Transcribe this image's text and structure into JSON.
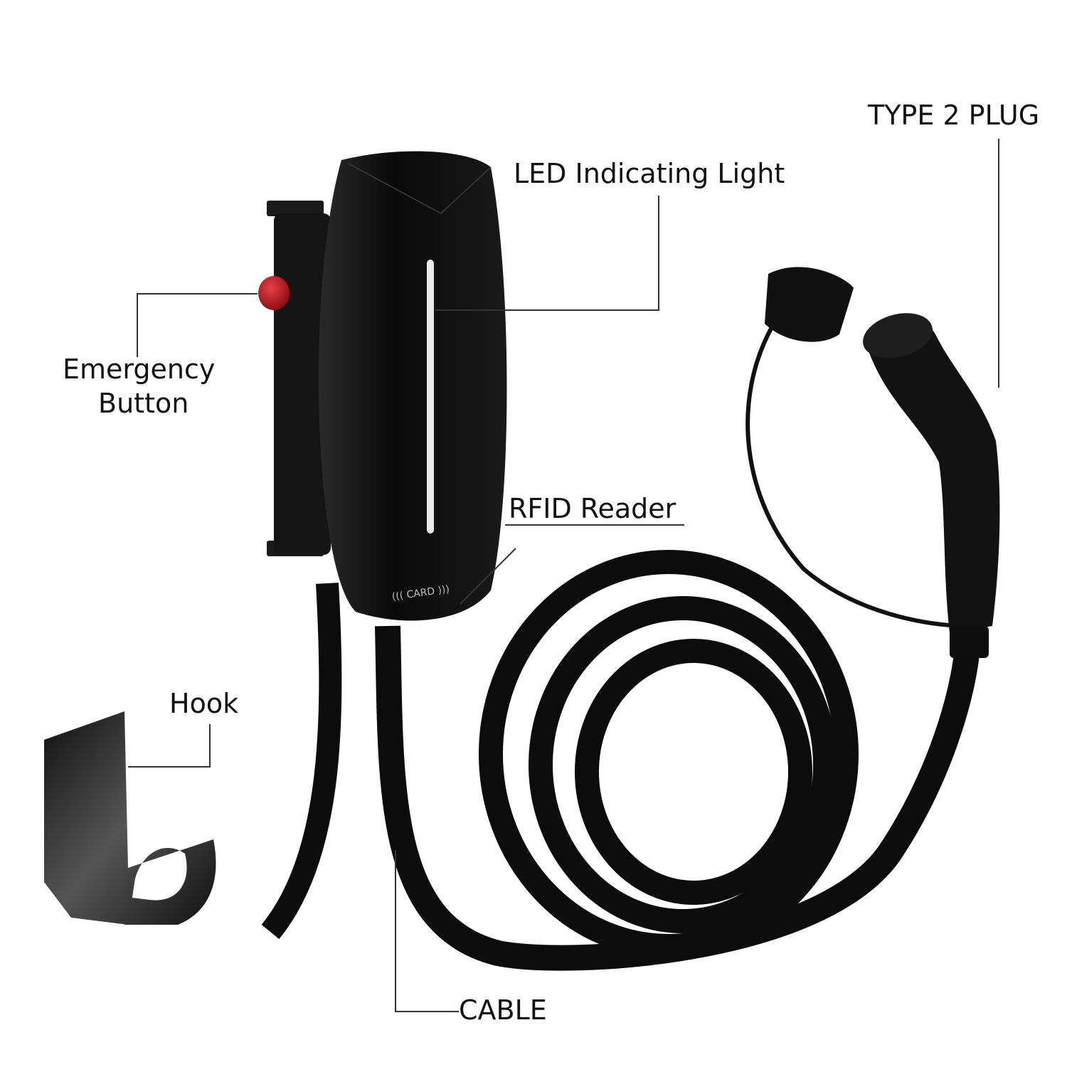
{
  "labels": {
    "type2_plug": "TYPE 2 PLUG",
    "led": "LED Indicating Light",
    "emergency_line1": "Emergency",
    "emergency_line2": "Button",
    "rfid": "RFID Reader",
    "hook": "Hook",
    "cable": "CABLE"
  },
  "device": {
    "card_text": "CARD"
  },
  "colors": {
    "body": "#0e0e0e",
    "button_red": "#c8141b",
    "led_strip": "#e8e8e8",
    "hook_metal": "#2a2a2a"
  }
}
